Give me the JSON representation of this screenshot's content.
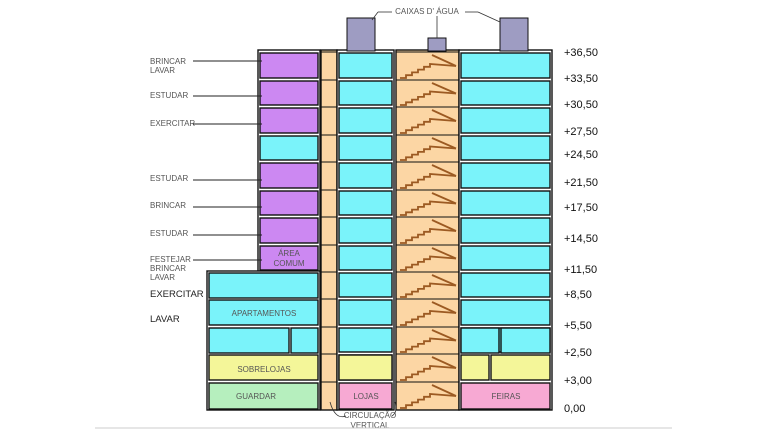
{
  "diagram": {
    "top_label": "CAIXAS D' ÁGUA",
    "circulation_label": [
      "CIRCULAÇÃO",
      "VERTICAL"
    ],
    "left_labels": [
      {
        "lines": [
          "BRINCAR",
          "LAVAR"
        ],
        "kind": "small",
        "line": true
      },
      {
        "lines": [
          "ESTUDAR"
        ],
        "kind": "small",
        "line": true
      },
      {
        "lines": [
          "EXERCITAR"
        ],
        "kind": "small",
        "line": true
      },
      {
        "lines": [
          "ESTUDAR"
        ],
        "kind": "small",
        "line": true
      },
      {
        "lines": [
          "BRINCAR"
        ],
        "kind": "small",
        "line": true
      },
      {
        "lines": [
          "ESTUDAR"
        ],
        "kind": "small",
        "line": true
      },
      {
        "lines": [
          "FESTEJAR",
          "BRINCAR",
          "LAVAR"
        ],
        "kind": "small",
        "line": true
      },
      {
        "lines": [
          "EXERCITAR"
        ],
        "kind": "bold",
        "line": false
      },
      {
        "lines": [
          "LAVAR"
        ],
        "kind": "bold",
        "line": false
      }
    ],
    "inner_labels": {
      "area_comum": [
        "ÁREA",
        "COMUM"
      ],
      "apartamentos": "APARTAMENTOS",
      "sobrelojas": "SOBRELOJAS",
      "guardar": "GUARDAR",
      "lojas": "LOJAS",
      "feiras": "FEIRAS"
    },
    "levels": [
      "+36,50",
      "+33,50",
      "+30,50",
      "+27,50",
      "+24,50",
      "+21,50",
      "+17,50",
      "+14,50",
      "+11,50",
      "+8,50",
      "+5,50",
      "+2,50",
      "+3,00",
      "0,00"
    ],
    "colors": {
      "purple": "#cc88f2",
      "cyan": "#7af3fa",
      "orange": "#fcd6a4",
      "yellow": "#f4f699",
      "green": "#b6efbe",
      "pink": "#f7a9d3",
      "tank": "#9e9cc2",
      "stair": "#9c5a22"
    }
  }
}
